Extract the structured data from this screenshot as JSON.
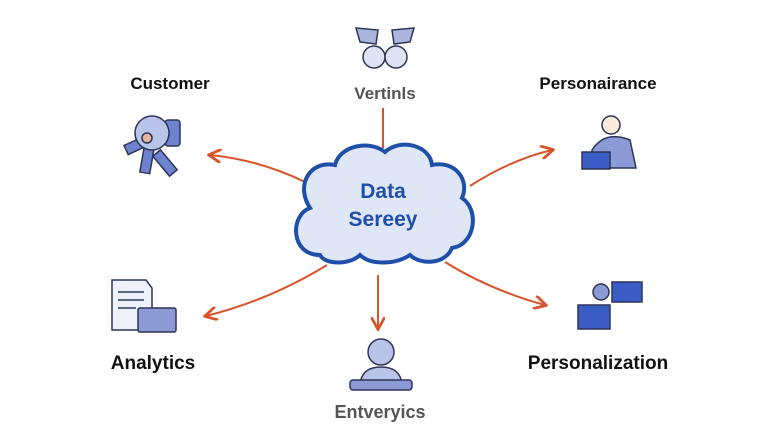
{
  "center": {
    "line1": "Data",
    "line2": "Sereey"
  },
  "nodes": {
    "top": "Vertinls",
    "top_left": "Customer",
    "top_right": "Personairance",
    "bottom_left": "Analytics",
    "bottom": "Entveryics",
    "bottom_right": "Personalization"
  },
  "colors": {
    "arrow": "#d9532b",
    "cloud_stroke": "#1f4fa8",
    "cloud_fill": "#dfe7f7",
    "icon": "#4a63b5"
  }
}
